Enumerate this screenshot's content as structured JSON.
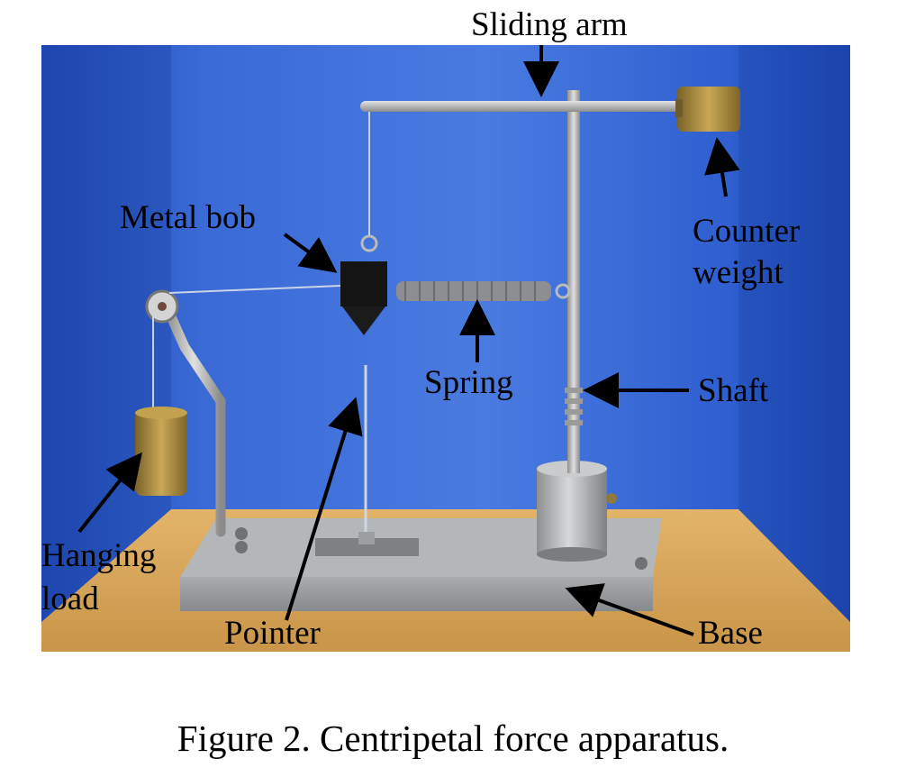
{
  "labels": {
    "sliding_arm": "Sliding arm",
    "metal_bob": "Metal bob",
    "counter_weight_1": "Counter",
    "counter_weight_2": "weight",
    "spring": "Spring",
    "shaft": "Shaft",
    "hanging_load_1": "Hanging",
    "hanging_load_2": "load",
    "pointer": "Pointer",
    "base": "Base"
  },
  "caption": "Figure 2. Centripetal force apparatus.",
  "colors": {
    "wall_blue": "#2f5fd0",
    "table_wood": "#d9a85c",
    "base_gray": "#9a9d9f",
    "metal": "#b8b8b8",
    "brass": "#a88a3c",
    "bob_black": "#111111",
    "arrow": "#000000"
  }
}
